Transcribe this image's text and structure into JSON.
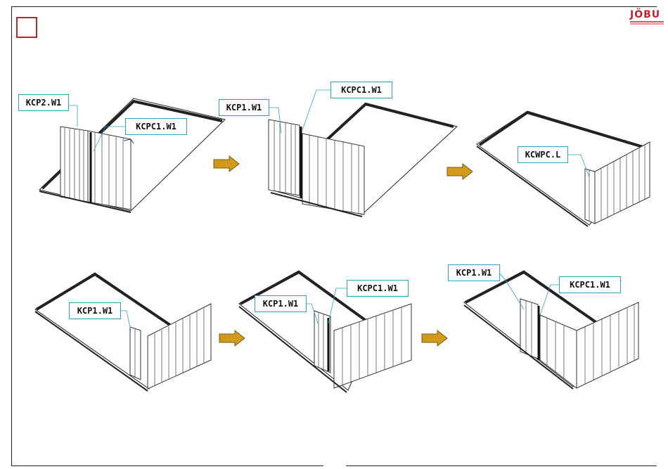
{
  "logo": {
    "text": "JÖBU"
  },
  "colors": {
    "accent": "#c0232e",
    "leader": "#2ba3c9",
    "arrow": "#d19a1c"
  },
  "labels": {
    "p1_a": "KCP2.W1",
    "p1_b": "KCPC1.W1",
    "p2_a": "KCP1.W1",
    "p2_b": "KCPC1.W1",
    "p3_a": "KCWPC.L",
    "p4_a": "KCP1.W1",
    "p5_a": "KCP1.W1",
    "p5_b": "KCPC1.W1",
    "p6_a": "KCP1.W1",
    "p6_b": "KCPC1.W1"
  }
}
